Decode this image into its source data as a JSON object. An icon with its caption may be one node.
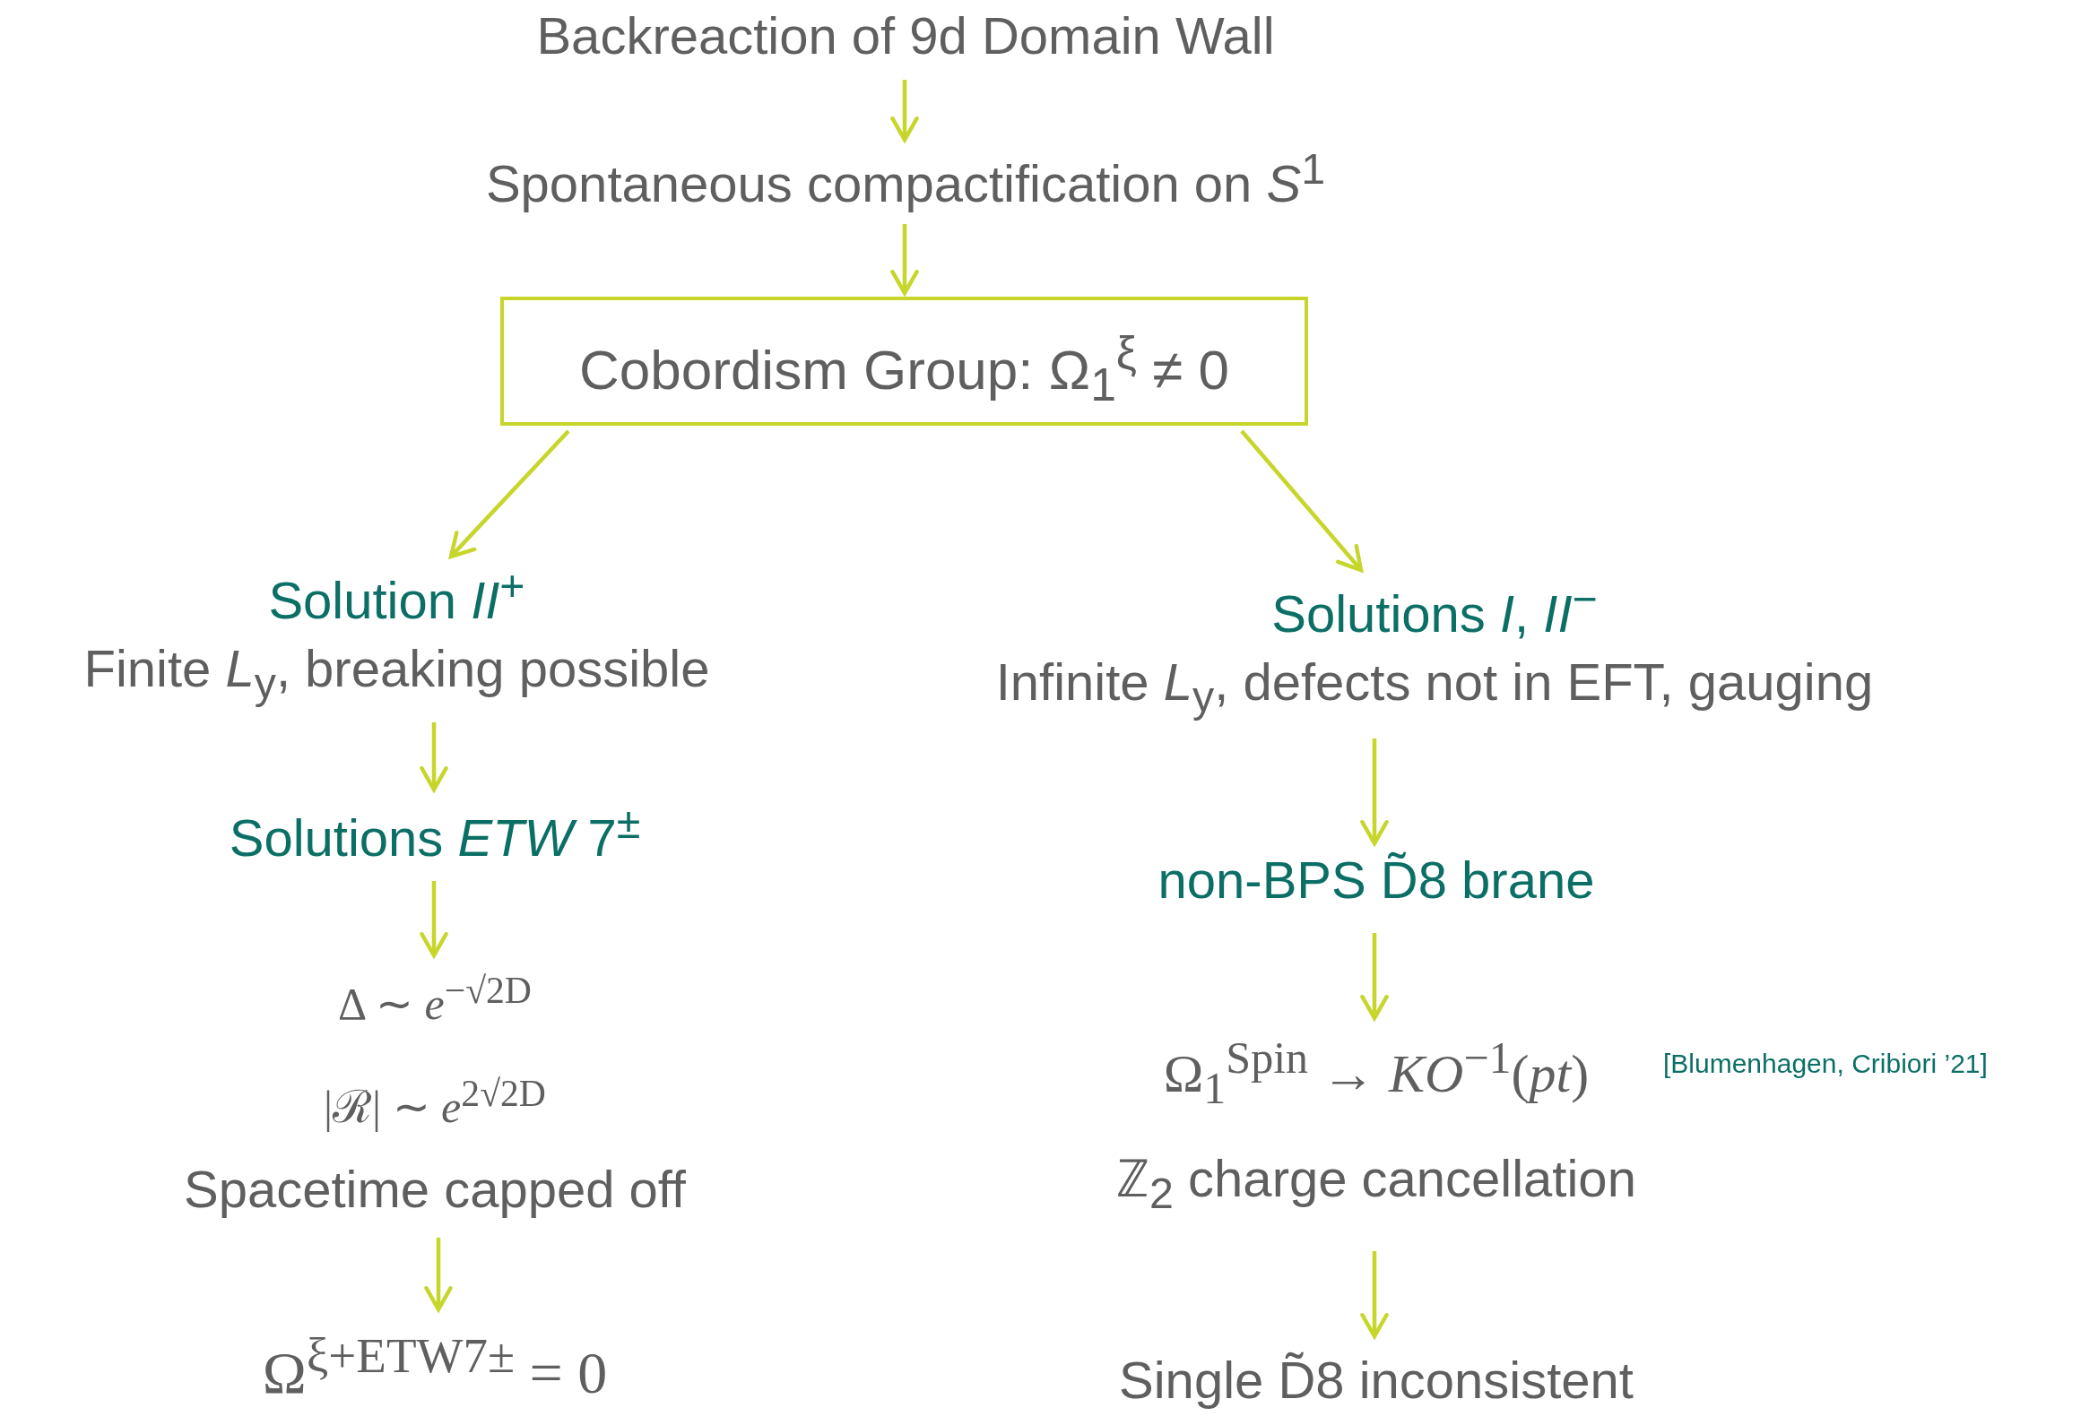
{
  "diagram": {
    "nodes": [
      {
        "text": [
          "Backreaction of 9d Domain Wall"
        ]
      },
      {
        "text": [
          "Spontaneous compactification on *S*$^{1}$"
        ]
      },
      {
        "text": [
          "Cobordism Group: Ω$_{1}$$^{ξ}$ ≠ 0"
        ]
      },
      {
        "text": [
          "Solution *II*$^{+}$",
          "Finite *L*$_{y}$, breaking possible"
        ]
      },
      {
        "text": [
          "Solutions *ETW* 7$^{±}$"
        ]
      },
      {
        "text": [
          "Δ ∼ *e*$^{−√2D}$",
          "|ℛ| ∼ *e*$^{2√2D}$",
          "Spacetime capped off"
        ]
      },
      {
        "text": [
          "Ω$^{ξ+ETW7±}$ = 0"
        ]
      },
      {
        "text": [
          "Solutions *I*, *II*$^{−}$",
          "Infinite *L*$_{y}$, defects not in EFT, gauging"
        ]
      },
      {
        "text": [
          "non-BPS D̃8 brane"
        ]
      },
      {
        "text": [
          "Ω$_{1}$$^{Spin}$ → *KO*$^{−1}$(*pt*)",
          "ℤ$_{2}$ charge cancellation"
        ],
        "beside": [
          "[Blumenhagen, Cribiori ’21]"
        ]
      },
      {
        "text": [
          "Single D̃8 inconsistent"
        ]
      }
    ],
    "edges": [
      {
        "from": 0,
        "to": 1,
        "arrow": "to"
      },
      {
        "from": 1,
        "to": 2,
        "arrow": "to"
      },
      {
        "from": 2,
        "to": 3,
        "arrow": "to"
      },
      {
        "from": 2,
        "to": 7,
        "arrow": "to"
      },
      {
        "from": 3,
        "to": 4,
        "arrow": "to"
      },
      {
        "from": 4,
        "to": 5,
        "arrow": "to"
      },
      {
        "from": 5,
        "to": 6,
        "arrow": "to"
      },
      {
        "from": 7,
        "to": 8,
        "arrow": "to"
      },
      {
        "from": 8,
        "to": 9,
        "arrow": "to"
      },
      {
        "from": 9,
        "to": 10,
        "arrow": "to"
      }
    ]
  }
}
